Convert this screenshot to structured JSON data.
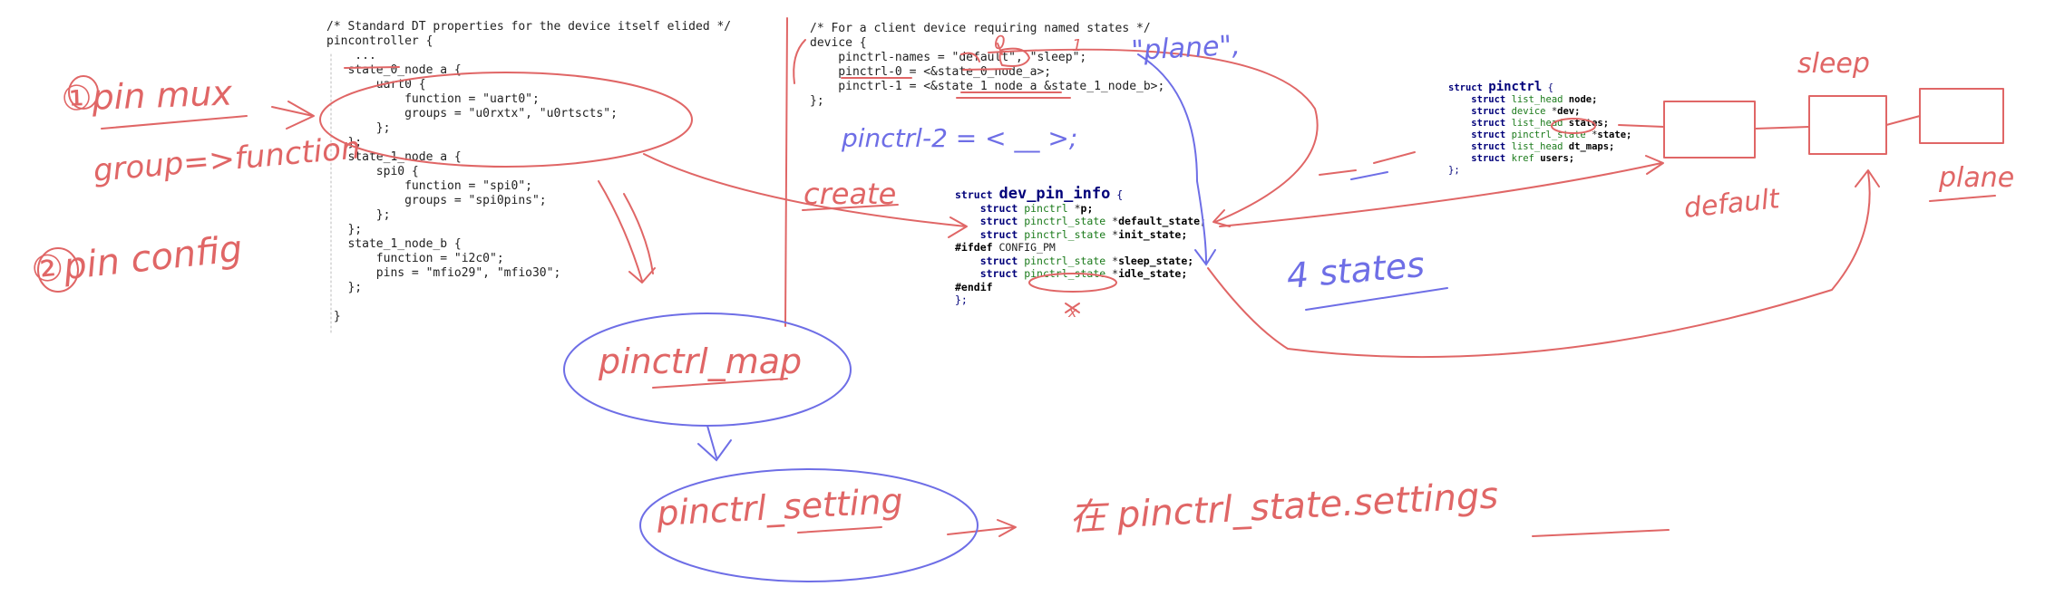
{
  "dt_code": {
    "lines": [
      "/* Standard DT properties for the device itself elided */",
      "pincontroller {",
      "    ...",
      "   state_0_node_a {",
      "       uart0 {",
      "           function = \"uart0\";",
      "           groups = \"u0rxtx\", \"u0rtscts\";",
      "       };",
      "   };",
      "   state_1_node_a {",
      "       spi0 {",
      "           function = \"spi0\";",
      "           groups = \"spi0pins\";",
      "       };",
      "   };",
      "   state_1_node_b {",
      "       function = \"i2c0\";",
      "       pins = \"mfio29\", \"mfio30\";",
      "   };",
      "",
      " }"
    ]
  },
  "client_code": {
    "lines": [
      "/* For a client device requiring named states */",
      "device {",
      "    pinctrl-names = \"default\", \"sleep\";",
      "    pinctrl-0 = <&state_0_node_a>;",
      "    pinctrl-1 = <&state_1_node_a &state_1_node_b>;",
      "};"
    ]
  },
  "dev_pin_info": {
    "kw_struct": "struct",
    "name": "dev_pin_info",
    "brace_open": "{",
    "fields": [
      {
        "type": "pinctrl",
        "ptr": "*",
        "name": "p;"
      },
      {
        "type": "pinctrl_state",
        "ptr": "*",
        "name": "default_state;"
      },
      {
        "type": "pinctrl_state",
        "ptr": "*",
        "name": "init_state;"
      },
      {
        "type": "pinctrl_state",
        "ptr": "*",
        "name": "sleep_state;"
      },
      {
        "type": "pinctrl_state",
        "ptr": "*",
        "name": "idle_state;"
      }
    ],
    "ifdef": "#ifdef",
    "ifdef_macro": "CONFIG_PM",
    "endif": "#endif",
    "brace_close": "};"
  },
  "pinctrl_struct": {
    "kw_struct": "struct",
    "name": "pinctrl",
    "brace_open": "{",
    "fields": [
      {
        "type": "list_head",
        "ptr": "",
        "name": "node;"
      },
      {
        "type": "device",
        "ptr": "*",
        "name": "dev;"
      },
      {
        "type": "list_head",
        "ptr": "",
        "name": "states;"
      },
      {
        "type": "pinctrl_state",
        "ptr": "*",
        "name": "state;"
      },
      {
        "type": "list_head",
        "ptr": "",
        "name": "dt_maps;"
      },
      {
        "type": "kref",
        "ptr": "",
        "name": "users;"
      }
    ],
    "brace_close": "};"
  },
  "annotations": {
    "pin_mux": "①pin mux",
    "group_function": "group=>function",
    "pin_config": "②pin config",
    "create": "create",
    "pinctrl_map": "pinctrl_map",
    "pinctrl_setting": "pinctrl_setting",
    "state_settings": "在 pinctrl_state.settings",
    "pinctrl_2": "pinctrl-2 = < __ >;",
    "plane_quote": "\"plane\",",
    "zero": "0",
    "one": "1",
    "four_states": "4 states",
    "sleep": "sleep",
    "default": "default",
    "plane": "plane",
    "x_mark": "x"
  },
  "colors": {
    "red_ink": "#e06666",
    "blue_ink": "#6e6ee6",
    "keyword": "#00007a",
    "type": "#1a7a1a",
    "divider": "#e06666"
  }
}
